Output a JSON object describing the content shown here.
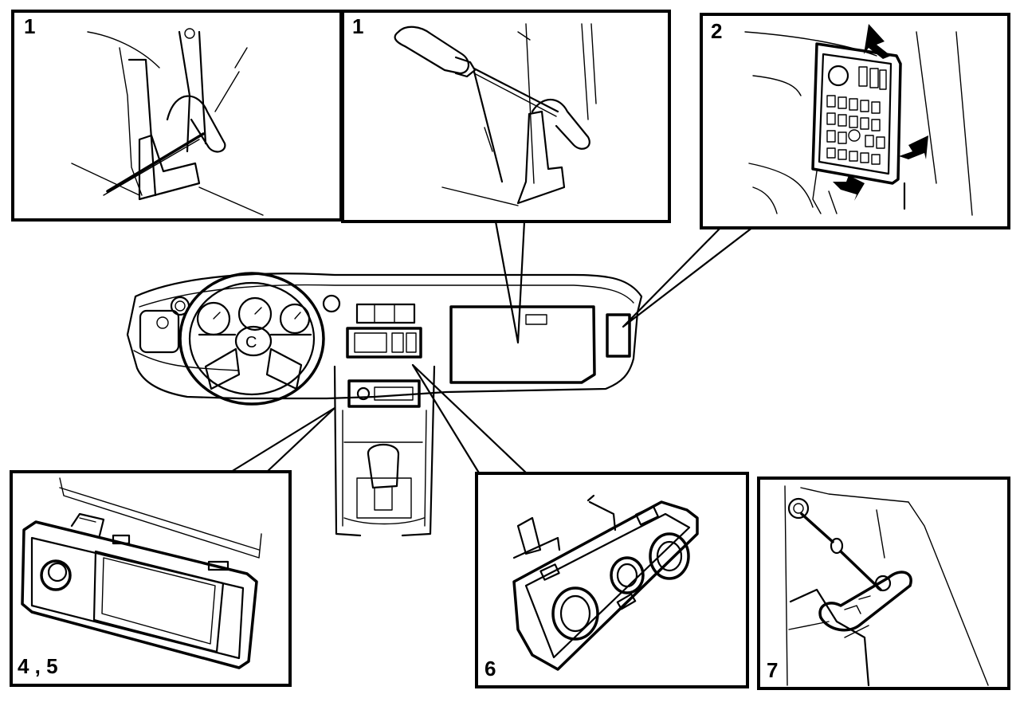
{
  "panels": [
    {
      "id": "p1a",
      "label": "1",
      "desc_icon": "steering-column-trim-removal"
    },
    {
      "id": "p1b",
      "label": "1",
      "desc_icon": "lever-pry-tool"
    },
    {
      "id": "p2",
      "label": "2",
      "desc_icon": "fuse-panel-clips"
    },
    {
      "id": "p45",
      "label": "4 , 5",
      "desc_icon": "switch-panel"
    },
    {
      "id": "p6",
      "label": "6",
      "desc_icon": "climate-control-unit"
    },
    {
      "id": "p7",
      "label": "7",
      "desc_icon": "pedal-linkage"
    }
  ]
}
